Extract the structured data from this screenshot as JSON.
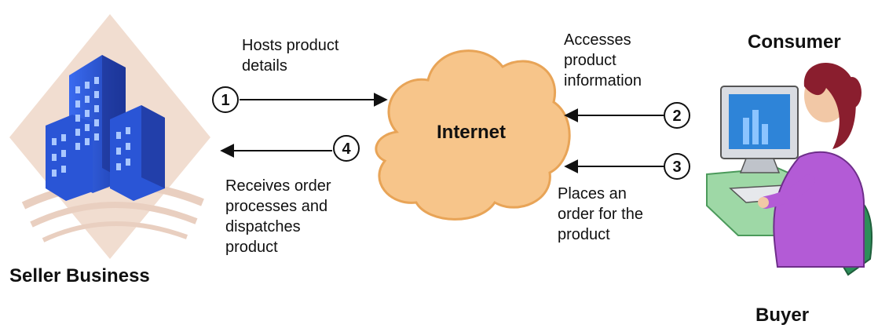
{
  "diagram": {
    "center": {
      "label": "Internet"
    },
    "seller": {
      "label": "Seller Business"
    },
    "consumer": {
      "label": "Consumer",
      "sublabel": "Buyer"
    },
    "steps": [
      {
        "num": "1",
        "text": "Hosts product\ndetails"
      },
      {
        "num": "2",
        "text": "Accesses\nproduct\ninformation"
      },
      {
        "num": "3",
        "text": "Places an\norder for the\nproduct"
      },
      {
        "num": "4",
        "text": "Receives order\nprocesses and\ndispatches\nproduct"
      }
    ]
  },
  "colors": {
    "cloud_fill": "#F7C58A",
    "cloud_stroke": "#E8A457",
    "building_blue": "#2A55D6",
    "building_dark": "#1B2E86",
    "diamond_tint": "#F1DDD0",
    "woman_shirt": "#B35BD6",
    "screen_blue": "#2E84D8",
    "hair": "#8A1E2E"
  }
}
